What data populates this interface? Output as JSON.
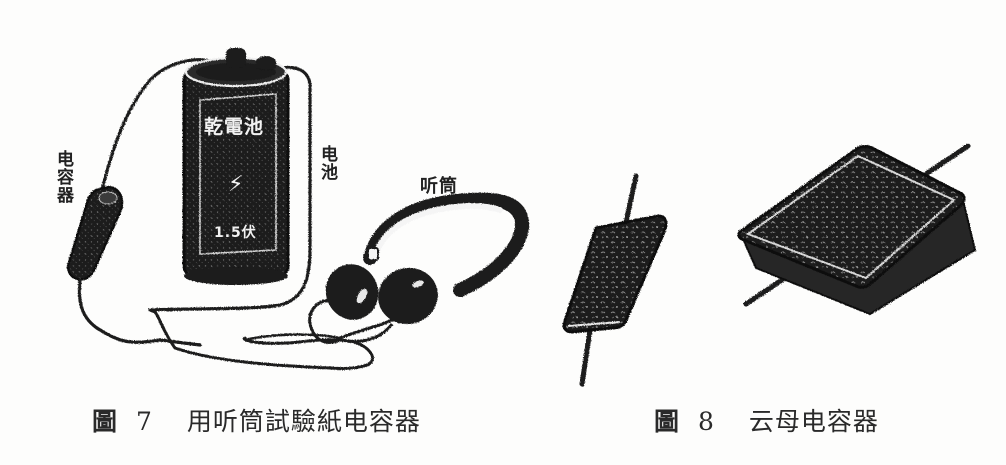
{
  "figures": [
    {
      "id": "fig7",
      "caption": {
        "fig_word": "圖",
        "fig_number": "7",
        "title": "用听筒試驗紙电容器"
      },
      "labels": {
        "capacitor": "电容器",
        "battery": "电池",
        "earphone": "听筒"
      },
      "battery_markings": {
        "line1": "乾電池",
        "line2": "⚡",
        "line3": "1.5伏"
      }
    },
    {
      "id": "fig8",
      "caption": {
        "fig_word": "圖",
        "fig_number": "8",
        "title": "云母电容器"
      }
    }
  ],
  "colors": {
    "ink": "#1c1c1c",
    "paper": "#fdfdfc"
  }
}
